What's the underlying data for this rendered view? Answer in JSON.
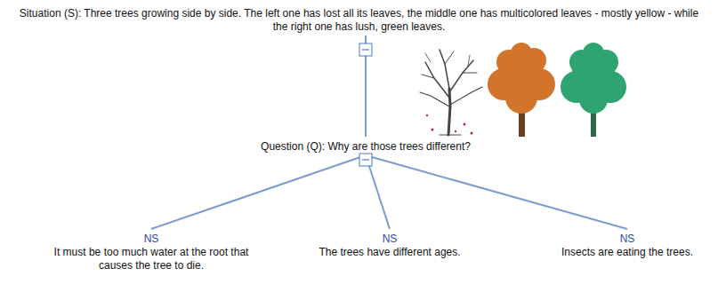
{
  "diagram": {
    "nodes": [
      {
        "text": [
          "Situation (S): Three trees growing side by side. The left one has lost all its leaves, the middle one has multicolored leaves - mostly yellow - while the right one has lush, green leaves."
        ]
      },
      {
        "text": [
          "Question (Q): Why are those trees different?"
        ]
      },
      {
        "text": [
          "NS",
          "It must be too much water at the root that causes the tree to die."
        ]
      },
      {
        "text": [
          "NS",
          "The trees have different ages."
        ]
      },
      {
        "text": [
          "NS",
          "Insects are eating the trees."
        ]
      }
    ],
    "edges": [
      {
        "from": 0,
        "to": 1,
        "arrow": "none"
      },
      {
        "from": 1,
        "to": 2,
        "arrow": "none"
      },
      {
        "from": 1,
        "to": 3,
        "arrow": "none"
      },
      {
        "from": 1,
        "to": 4,
        "arrow": "none"
      }
    ]
  }
}
